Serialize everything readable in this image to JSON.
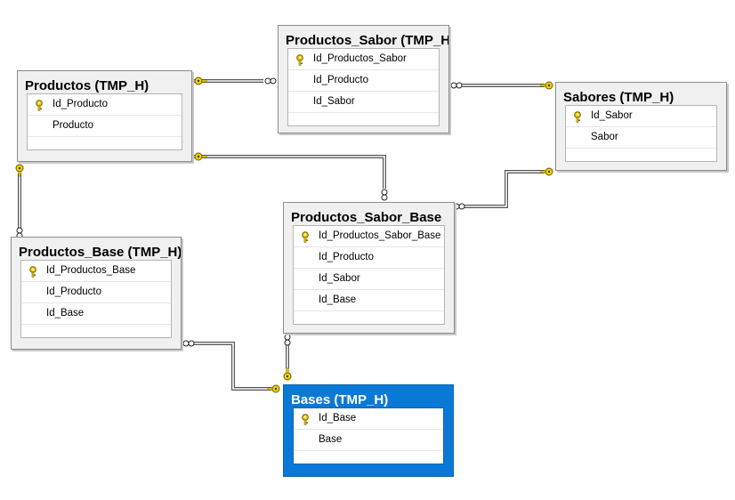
{
  "tables": [
    {
      "id": "productos",
      "title": "Productos (TMP_H)",
      "columns": [
        {
          "name": "Id_Producto",
          "pk": true
        },
        {
          "name": "Producto",
          "pk": false
        }
      ]
    },
    {
      "id": "productos_sabor",
      "title": "Productos_Sabor (TMP_H)",
      "columns": [
        {
          "name": "Id_Productos_Sabor",
          "pk": true
        },
        {
          "name": "Id_Producto",
          "pk": false
        },
        {
          "name": "Id_Sabor",
          "pk": false
        }
      ]
    },
    {
      "id": "sabores",
      "title": "Sabores (TMP_H)",
      "columns": [
        {
          "name": "Id_Sabor",
          "pk": true
        },
        {
          "name": "Sabor",
          "pk": false
        }
      ]
    },
    {
      "id": "productos_sabor_base",
      "title": "Productos_Sabor_Base",
      "columns": [
        {
          "name": "Id_Productos_Sabor_Base",
          "pk": true
        },
        {
          "name": "Id_Producto",
          "pk": false
        },
        {
          "name": "Id_Sabor",
          "pk": false
        },
        {
          "name": "Id_Base",
          "pk": false
        }
      ]
    },
    {
      "id": "productos_base",
      "title": "Productos_Base (TMP_H)",
      "columns": [
        {
          "name": "Id_Productos_Base",
          "pk": true
        },
        {
          "name": "Id_Producto",
          "pk": false
        },
        {
          "name": "Id_Base",
          "pk": false
        }
      ]
    },
    {
      "id": "bases",
      "title": "Bases (TMP_H)",
      "selected": true,
      "columns": [
        {
          "name": "Id_Base",
          "pk": true
        },
        {
          "name": "Base",
          "pk": false
        }
      ]
    }
  ],
  "relationships": [
    {
      "one": "productos",
      "many": "productos_sabor"
    },
    {
      "one": "sabores",
      "many": "productos_sabor"
    },
    {
      "one": "productos",
      "many": "productos_sabor_base"
    },
    {
      "one": "sabores",
      "many": "productos_sabor_base"
    },
    {
      "one": "productos",
      "many": "productos_base"
    },
    {
      "one": "bases",
      "many": "productos_base"
    },
    {
      "one": "bases",
      "many": "productos_sabor_base"
    }
  ],
  "colors": {
    "line": "#555555",
    "key": "#f0d000",
    "selected": "#0a78d7"
  }
}
